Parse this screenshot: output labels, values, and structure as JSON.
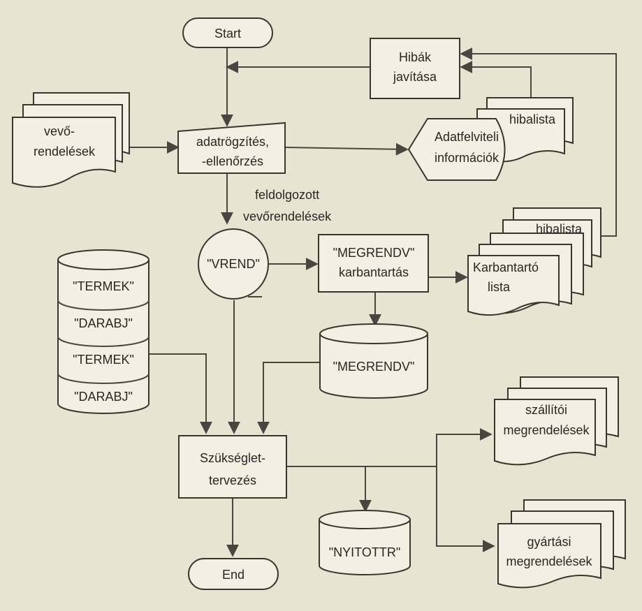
{
  "nodes": {
    "start": "Start",
    "end": "End",
    "vevo_line1": "vevő-",
    "vevo_line2": "rendelések",
    "adatrogzites_line1": "adatrögzítés,",
    "adatrogzites_line2": "-ellenőrzés",
    "hibak_line1": "Hibák",
    "hibak_line2": "javítása",
    "hibalista_top": "hibalista",
    "adatfelviteli_line1": "Adatfelviteli",
    "adatfelviteli_line2": "információk",
    "feldolgozott_line1": "feldolgozott",
    "feldolgozott_line2": "vevőrendelések",
    "vrend": "\"VREND\"",
    "megrendv_proc_line1": "\"MEGRENDV\"",
    "megrendv_proc_line2": "karbantartás",
    "hibalista_mid": "hibalista",
    "karbantarto_line1": "Karbantartó",
    "karbantarto_line2": "lista",
    "db_termek1": "\"TERMEK\"",
    "db_darabj1": "\"DARABJ\"",
    "db_termek2": "\"TERMEK\"",
    "db_darabj2": "\"DARABJ\"",
    "megrendv_db": "\"MEGRENDV\"",
    "szukseglet_line1": "Szükséglet-",
    "szukseglet_line2": "tervezés",
    "nyitottr": "\"NYITOTTR\"",
    "szallitoi_line1": "szállítói",
    "szallitoi_line2": "megrendelések",
    "gyartasi_line1": "gyártási",
    "gyartasi_line2": "megrendelések"
  }
}
